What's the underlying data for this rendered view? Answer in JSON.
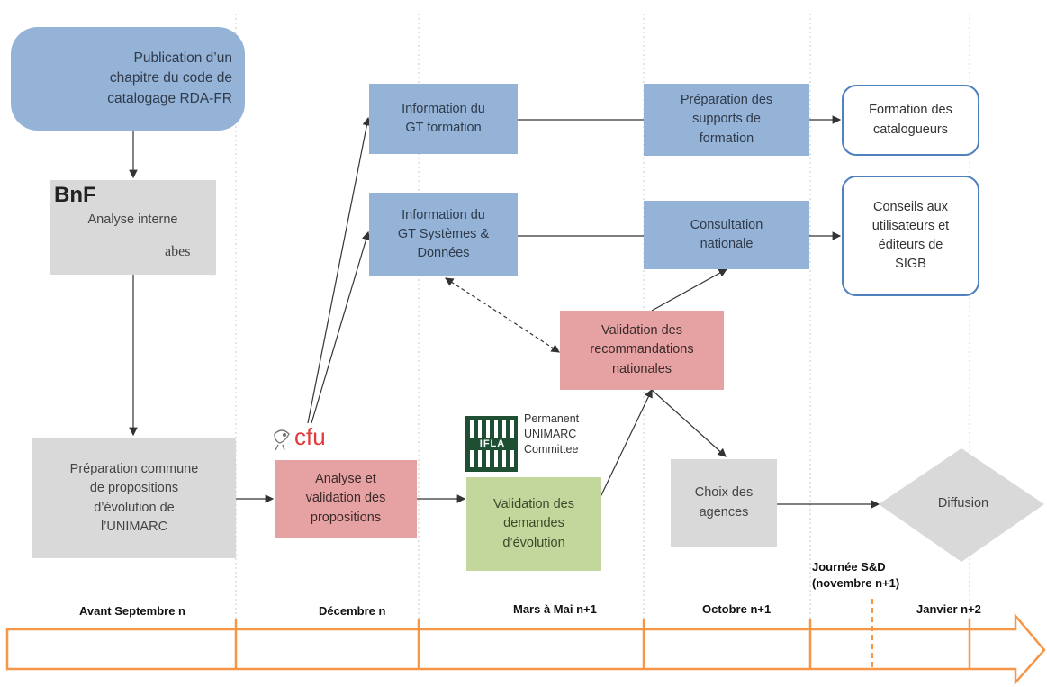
{
  "boxes": {
    "publication": "Publication d’un\nchapitre du code de\ncatalogage RDA-FR",
    "analyse_interne": "Analyse interne",
    "preparation_commune": "Préparation commune\nde propositions\nd’évolution de\nl’UNIMARC",
    "analyse_validation": "Analyse et\nvalidation des\npropositions",
    "validation_demandes": "Validation des\ndemandes\nd’évolution",
    "info_gt_formation": "Information du\nGT formation",
    "info_gt_systemes": "Information du\nGT Systèmes &\nDonnées",
    "validation_recommandations": "Validation des\nrecommandations\nnationales",
    "preparation_supports": "Préparation des\nsupports de\nformation",
    "consultation_nationale": "Consultation\nnationale",
    "choix_agences": "Choix des\nagences",
    "formation_catalogueurs": "Formation des\ncatalogueurs",
    "conseils_utilisateurs": "Conseils aux\nutilisateurs et\néditeurs de\nSIGB",
    "diffusion": "Diffusion"
  },
  "logos": {
    "bnf": "BnF",
    "abes": "abes",
    "cfu": "cfu",
    "ifla": "IFLA",
    "ifla_caption": "Permanent\nUNIMARC\nCommittee"
  },
  "periods": {
    "avant_septembre": "Avant Septembre n",
    "decembre": "Décembre n",
    "mars_mai": "Mars à Mai n+1",
    "octobre": "Octobre n+1",
    "journee_sd": "Journée S&D\n(novembre n+1)",
    "janvier": "Janvier n+2"
  },
  "colors": {
    "blue": "#95b3d7",
    "grey": "#d9d9d9",
    "pink": "#e6a2a3",
    "green": "#c3d69b",
    "outline": "#4f81bd",
    "timeline": "#f79646"
  }
}
